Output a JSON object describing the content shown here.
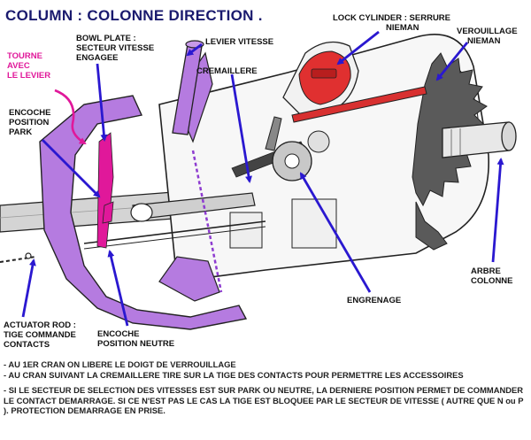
{
  "title": "COLUMN : COLONNE DIRECTION .",
  "labels": {
    "tourne": [
      "TOURNE",
      "AVEC",
      "LE LEVIER"
    ],
    "bowl_plate": [
      "BOWL PLATE :",
      "SECTEUR VITESSE",
      "ENGAGEE"
    ],
    "levier_vitesse": [
      "LEVIER VITESSE"
    ],
    "lock_cylinder": [
      "LOCK CYLINDER : SERRURE",
      "NIEMAN"
    ],
    "verrouillage": [
      "VEROUILLAGE",
      "NIEMAN"
    ],
    "encoche_park": [
      "ENCOCHE",
      "POSITION",
      "PARK"
    ],
    "cremaillere": [
      "CREMAILLERE"
    ],
    "engrenage": [
      "ENGRENAGE"
    ],
    "arbre": [
      "ARBRE",
      "COLONNE"
    ],
    "actuator": [
      "ACTUATOR ROD :",
      "TIGE COMMANDE",
      "CONTACTS"
    ],
    "encoche_neutre": [
      "ENCOCHE",
      "POSITION NEUTRE"
    ]
  },
  "notes": [
    "- AU 1ER CRAN ON LIBERE LE DOIGT DE VERROUILLAGE",
    "- AU CRAN SUIVANT LA CREMAILLERE TIRE SUR LA TIGE DES CONTACTS POUR PERMETTRE LES ACCESSOIRES",
    "- SI LE SECTEUR DE SELECTION DES VITESSES EST SUR PARK OU NEUTRE, LA DERNIERE POSITION PERMET DE COMMANDER LE CONTACT DEMARRAGE. SI CE N'EST PAS LE CAS LA TIGE EST BLOQUEE PAR LE SECTEUR DE VITESSE ( AUTRE QUE N ou P ). PROTECTION DEMARRAGE EN PRISE."
  ],
  "colors": {
    "purple": "#b57be0",
    "lock_red": "#e03030",
    "arrow_blue": "#2a18d0",
    "arrow_pink": "#e0189a",
    "gear_gray": "#555555"
  }
}
